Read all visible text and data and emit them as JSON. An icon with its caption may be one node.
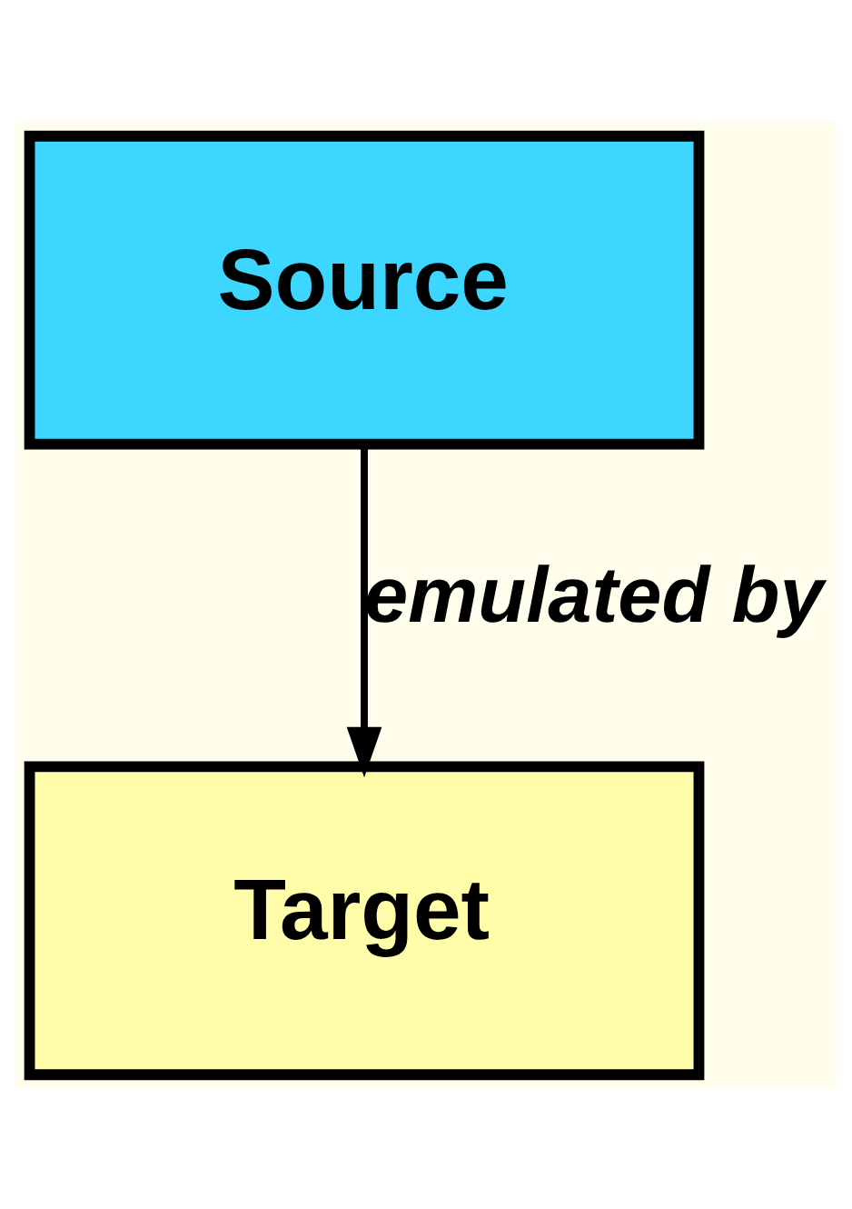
{
  "diagram": {
    "nodes": [
      {
        "text": [
          "Source"
        ]
      },
      {
        "text": [
          "Target"
        ]
      }
    ],
    "edges": [
      {
        "from": 0,
        "to": 1,
        "arrow": "to",
        "label": "emulated by"
      }
    ]
  }
}
